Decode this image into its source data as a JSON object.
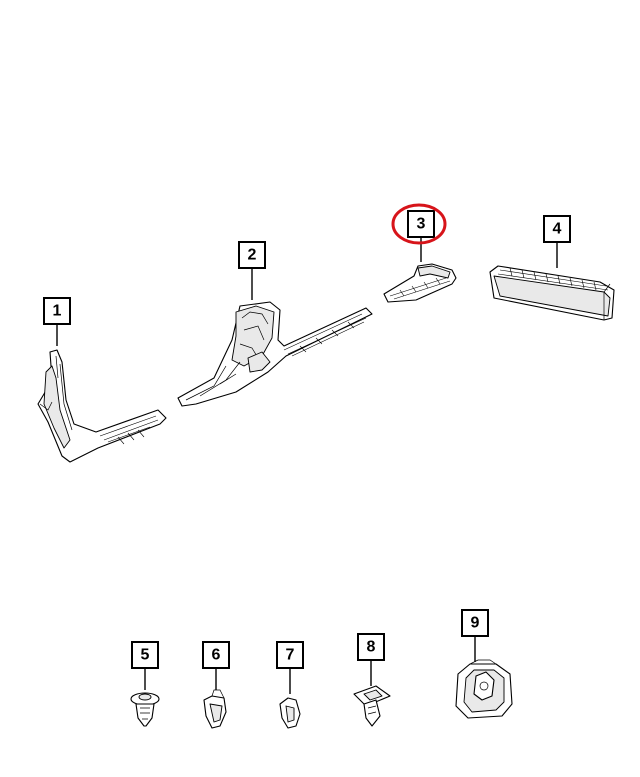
{
  "callouts": [
    {
      "id": "1",
      "label": "1"
    },
    {
      "id": "2",
      "label": "2"
    },
    {
      "id": "3",
      "label": "3"
    },
    {
      "id": "4",
      "label": "4"
    },
    {
      "id": "5",
      "label": "5"
    },
    {
      "id": "6",
      "label": "6"
    },
    {
      "id": "7",
      "label": "7"
    },
    {
      "id": "8",
      "label": "8"
    },
    {
      "id": "9",
      "label": "9"
    }
  ],
  "highlighted_callout": "3",
  "colors": {
    "highlight": "#d7141a",
    "line": "#000000",
    "background": "#ffffff"
  }
}
